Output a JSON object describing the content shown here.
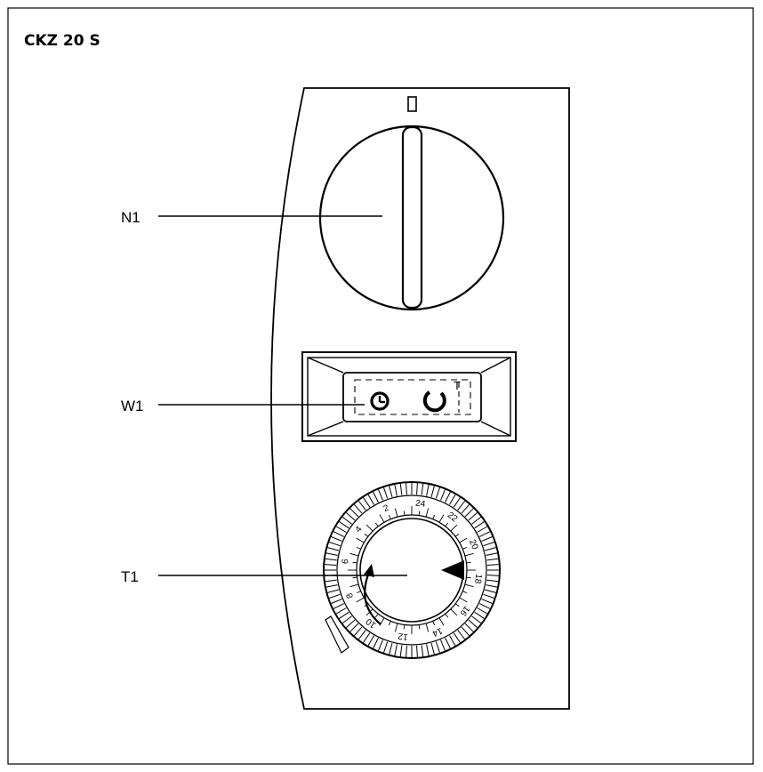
{
  "title": "CKZ 20 S",
  "labels": {
    "n1": "N1",
    "w1": "W1",
    "t1": "T1"
  },
  "switch_labels": {
    "right_mark": "T"
  },
  "timer": {
    "hour_numbers": [
      "2",
      "4",
      "6",
      "8",
      "10",
      "12",
      "14",
      "16",
      "18",
      "20",
      "22",
      "24"
    ]
  },
  "icons": {
    "knob_indicator": "rectangle-mark-icon",
    "switch_left": "clock-icon",
    "switch_right": "power-ring-icon",
    "timer_arrow_rotate": "curved-arrow-icon",
    "timer_pointer": "triangle-pointer-icon"
  }
}
